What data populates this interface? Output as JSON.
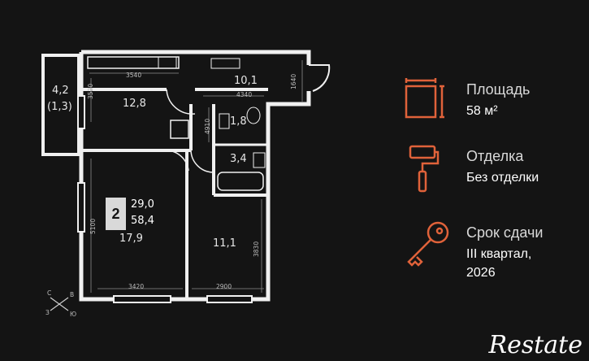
{
  "plan": {
    "rooms_count": "2",
    "living_area": "29,0",
    "total_area": "58,4",
    "rooms": {
      "loggia": "4,2",
      "loggia_reduced": "(1,3)",
      "kitchen": "12,8",
      "hall": "10,1",
      "wc": "1,8",
      "bath": "3,4",
      "living": "17,9",
      "bedroom": "11,1"
    },
    "dims": {
      "d3540": "3540",
      "d3520": "3520",
      "d1640": "1640",
      "d4340": "4340",
      "d4910": "4910",
      "d5100": "5100",
      "d3830": "3830",
      "d3420": "3420",
      "d2900": "2900"
    },
    "compass": {
      "north": "С",
      "west": "З",
      "east": "В",
      "south": "Ю"
    }
  },
  "legend": {
    "area": {
      "label": "Площадь",
      "value": "58 м²",
      "icon": "square-area-icon"
    },
    "finish": {
      "label": "Отделка",
      "value": "Без отделки",
      "icon": "paint-roller-icon"
    },
    "deadline": {
      "label": "Срок сдачи",
      "value_line1": "III квартал,",
      "value_line2": "2026",
      "icon": "key-icon"
    }
  },
  "brand": {
    "name": "Restate"
  },
  "colors": {
    "accent": "#e0623a",
    "background": "#141414",
    "walls": "#f0f0f0"
  }
}
